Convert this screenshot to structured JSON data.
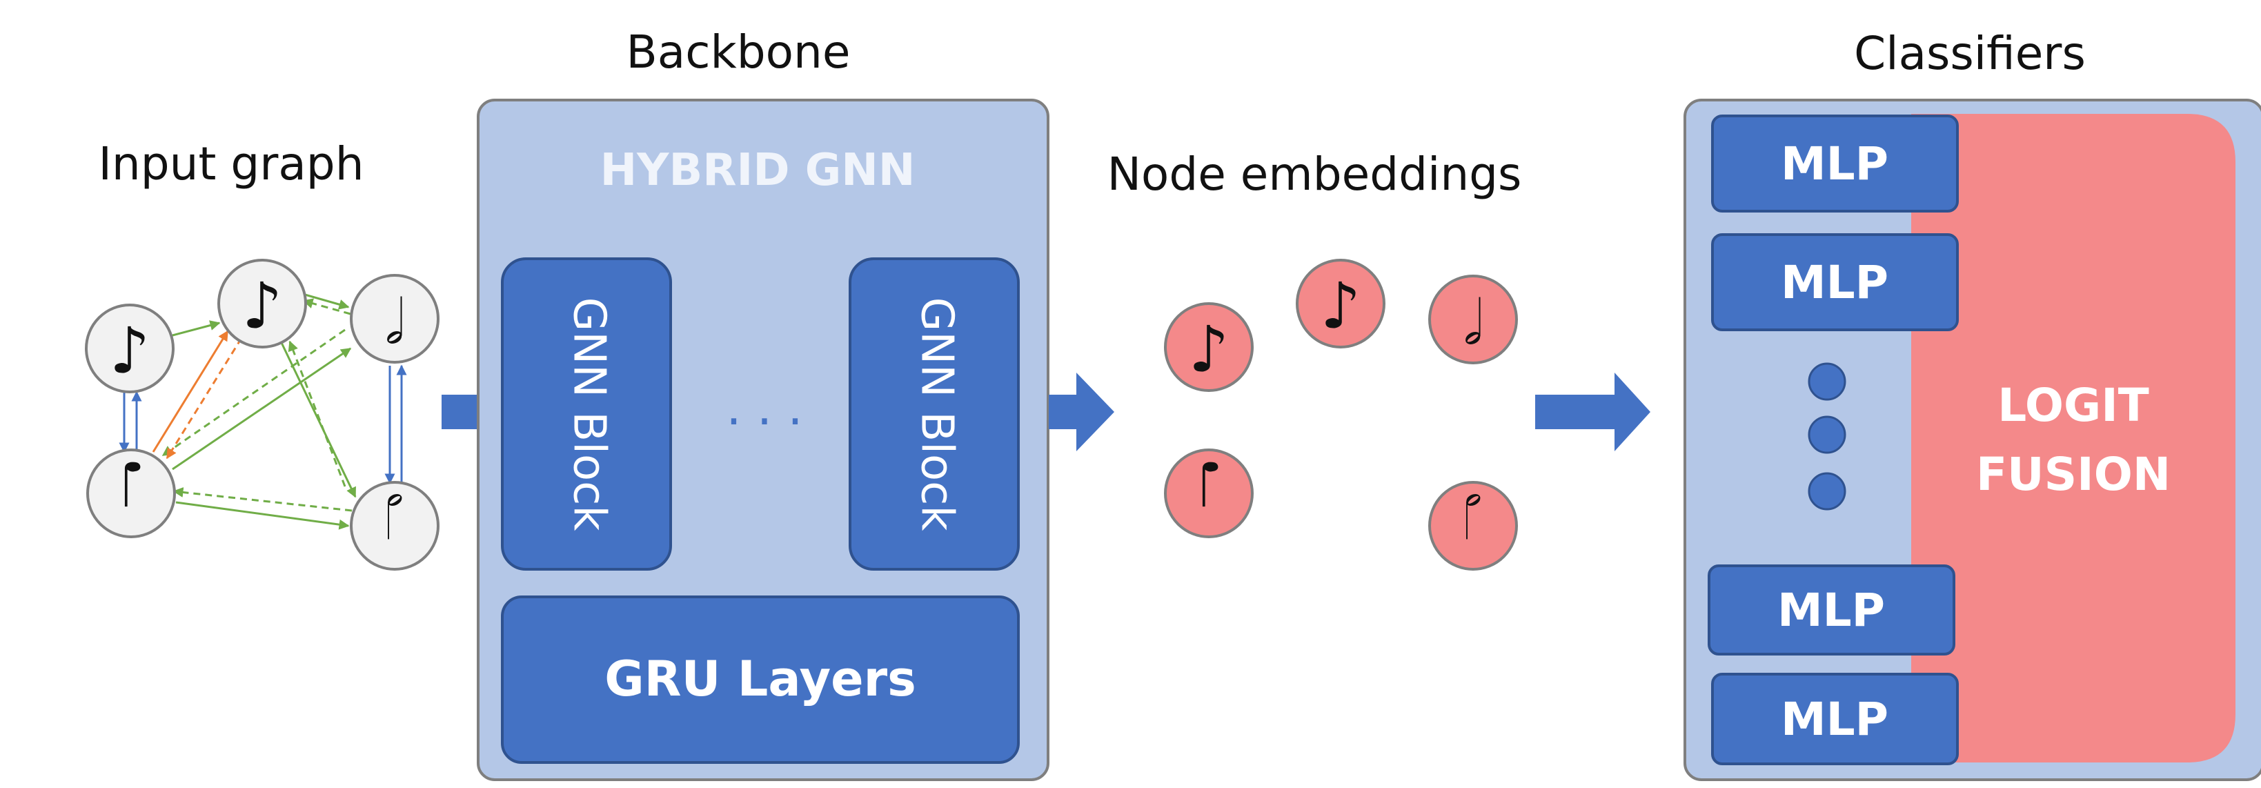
{
  "headings": {
    "input_graph": "Input graph",
    "backbone": "Backbone",
    "node_embeddings": "Node embeddings",
    "classifiers": "Classifiers"
  },
  "backbone": {
    "title": "HYBRID GNN",
    "block_label": "GNN Block",
    "ellipsis": "· · ·",
    "gru_label": "GRU Layers"
  },
  "classifiers": {
    "mlp_label": "MLP",
    "logit_line1": "LOGIT",
    "logit_line2": "FUSION"
  },
  "notes": {
    "eighth": "♪",
    "quarter": "♩",
    "half": "𝅗𝅥"
  },
  "colors": {
    "panel_fill": "#b4c7e7",
    "block_fill": "#4472c4",
    "node_fill": "#f2f2f2",
    "embedding_fill": "#f4898a",
    "fusion_fill": "#f4898a",
    "edge_blue": "#4472c4",
    "edge_green": "#70ad47",
    "edge_orange": "#ed7d31"
  }
}
